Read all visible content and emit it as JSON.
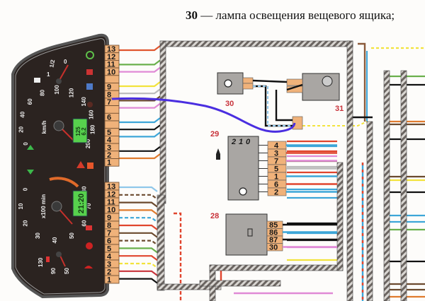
{
  "caption": {
    "number": "30",
    "text": "— лампа освещения  вещевого ящика;"
  },
  "instrument_cluster": {
    "speedometer": {
      "ticks": [
        "0",
        "20",
        "40",
        "60",
        "80",
        "100",
        "120",
        "140",
        "160",
        "180",
        "200"
      ],
      "unit": "km/h",
      "lcd_line1": "125",
      "lcd_line2": "6.2"
    },
    "fuel_gauge": {
      "ticks": [
        "0",
        "1/2",
        "1"
      ]
    },
    "tachometer": {
      "ticks": [
        "0",
        "10",
        "20",
        "30",
        "40",
        "50",
        "60",
        "70",
        "80"
      ],
      "unit": "x100 min",
      "clock": "21:20"
    },
    "temp_gauge": {
      "ticks": [
        "50",
        "90",
        "130"
      ]
    }
  },
  "connectors": {
    "upper_block": {
      "pins": [
        "13",
        "12",
        "11",
        "10",
        "",
        "9",
        "8",
        "7",
        "",
        "6",
        "",
        "5",
        "4",
        "3",
        "2",
        "1"
      ]
    },
    "lower_block": {
      "pins": [
        "13",
        "12",
        "11",
        "10",
        "9",
        "8",
        "7",
        "6",
        "5",
        "4",
        "3",
        "2",
        "1"
      ]
    },
    "ignition_switch": {
      "label": "29",
      "positions": [
        "2",
        "1",
        "0"
      ],
      "pins": [
        "4",
        "3",
        "7",
        "5",
        "1",
        "6",
        "2"
      ]
    },
    "relay": {
      "label": "28",
      "pins": [
        "85",
        "86",
        "87",
        "30"
      ]
    },
    "lamp": {
      "label": "30"
    },
    "switch_31": {
      "label": "31"
    }
  },
  "colors": {
    "connector": "#f0b27a",
    "highlight_wire": "#4a2ee0",
    "label_red": "#c8323a",
    "component_grey": "#a9a6a3"
  }
}
